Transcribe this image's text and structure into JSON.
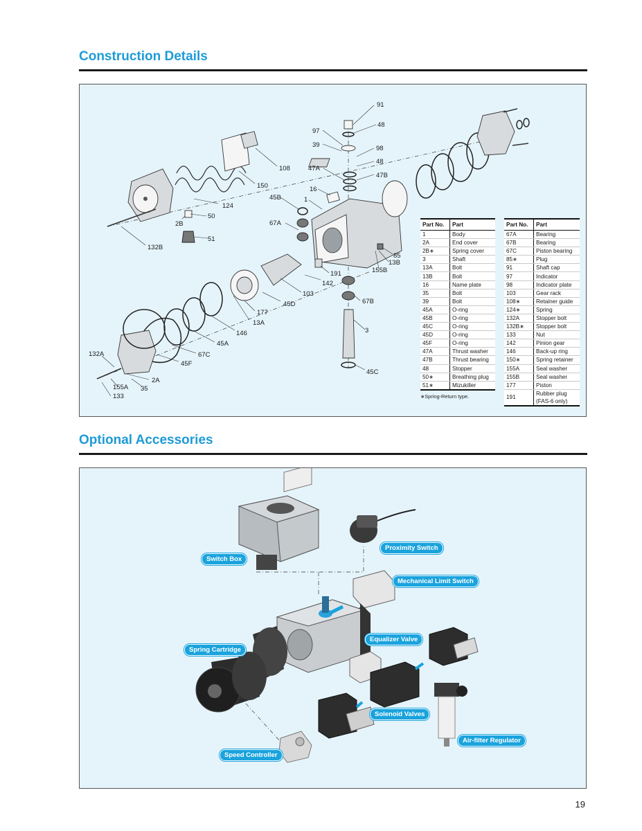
{
  "sections": {
    "construction_title": "Construction Details",
    "accessories_title": "Optional Accessories"
  },
  "callouts": {
    "c91": "91",
    "c48a": "48",
    "c97": "97",
    "c39": "39",
    "c98": "98",
    "c48b": "48",
    "c47A": "47A",
    "c47B": "47B",
    "c16": "16",
    "c1": "1",
    "c45B": "45B",
    "c67A": "67A",
    "c108": "108",
    "c150": "150",
    "c124": "124",
    "c50": "50",
    "c2B": "2B",
    "c51": "51",
    "c132B": "132B",
    "c85": "85",
    "c13B": "13B",
    "c155B": "155B",
    "c191": "191",
    "c142": "142",
    "c103": "103",
    "c45D": "45D",
    "c177": "177",
    "c67B": "67B",
    "c13A": "13A",
    "c146": "146",
    "c45A": "45A",
    "c67C": "67C",
    "c45F": "45F",
    "c3": "3",
    "c45C": "45C",
    "c132A": "132A",
    "c2A": "2A",
    "c155A": "155A",
    "c35": "35",
    "c133": "133"
  },
  "parts_table": {
    "header_no": "Part No.",
    "header_part": "Part",
    "left_rows": [
      {
        "no": "1",
        "part": "Body"
      },
      {
        "no": "2A",
        "part": "End cover"
      },
      {
        "no": "2B∗",
        "part": "Spring cover"
      },
      {
        "no": "3",
        "part": "Shaft"
      },
      {
        "no": "13A",
        "part": "Bolt"
      },
      {
        "no": "13B",
        "part": "Bolt"
      },
      {
        "no": "16",
        "part": "Name plate"
      },
      {
        "no": "35",
        "part": "Bolt"
      },
      {
        "no": "39",
        "part": "Bolt"
      },
      {
        "no": "45A",
        "part": "O-ring"
      },
      {
        "no": "45B",
        "part": "O-ring"
      },
      {
        "no": "45C",
        "part": "O-ring"
      },
      {
        "no": "45D",
        "part": "O-ring"
      },
      {
        "no": "45F",
        "part": "O-ring"
      },
      {
        "no": "47A",
        "part": "Thrust washer"
      },
      {
        "no": "47B",
        "part": "Thrust bearing"
      },
      {
        "no": "48",
        "part": "Stopper"
      },
      {
        "no": "50∗",
        "part": "Breathing plug"
      },
      {
        "no": "51∗",
        "part": "Mizukiller"
      }
    ],
    "right_rows": [
      {
        "no": "67A",
        "part": "Bearing"
      },
      {
        "no": "67B",
        "part": "Bearing"
      },
      {
        "no": "67C",
        "part": "Piston bearing"
      },
      {
        "no": "85∗",
        "part": "Plug"
      },
      {
        "no": "91",
        "part": "Shaft cap"
      },
      {
        "no": "97",
        "part": "Indicator"
      },
      {
        "no": "98",
        "part": "Indicator plate"
      },
      {
        "no": "103",
        "part": "Gear rack"
      },
      {
        "no": "108∗",
        "part": "Retainer guide"
      },
      {
        "no": "124∗",
        "part": "Spring"
      },
      {
        "no": "132A",
        "part": "Stopper bolt"
      },
      {
        "no": "132B∗",
        "part": "Stopper bolt"
      },
      {
        "no": "133",
        "part": "Nut"
      },
      {
        "no": "142",
        "part": "Pinion gear"
      },
      {
        "no": "146",
        "part": "Back-up ring"
      },
      {
        "no": "150∗",
        "part": "Spring retainer"
      },
      {
        "no": "155A",
        "part": "Seal washer"
      },
      {
        "no": "155B",
        "part": "Seal washer"
      },
      {
        "no": "177",
        "part": "Piston"
      },
      {
        "no": "191",
        "part": "Rubber plug",
        "part2": "(FAS-6 only)"
      }
    ],
    "note": "∗Spring-Return type."
  },
  "accessories": {
    "switch_box": "Switch Box",
    "proximity_switch": "Proximity Switch",
    "mechanical_limit_switch": "Mechanical Limit Switch",
    "equalizer_valve": "Equalizer Valve",
    "spring_cartridge": "Spring Cartridge",
    "solenoid_valves": "Solenoid Valves",
    "air_filter_regulator": "Air-filter Regulator",
    "speed_controller": "Speed Controller"
  },
  "page_number": "19"
}
